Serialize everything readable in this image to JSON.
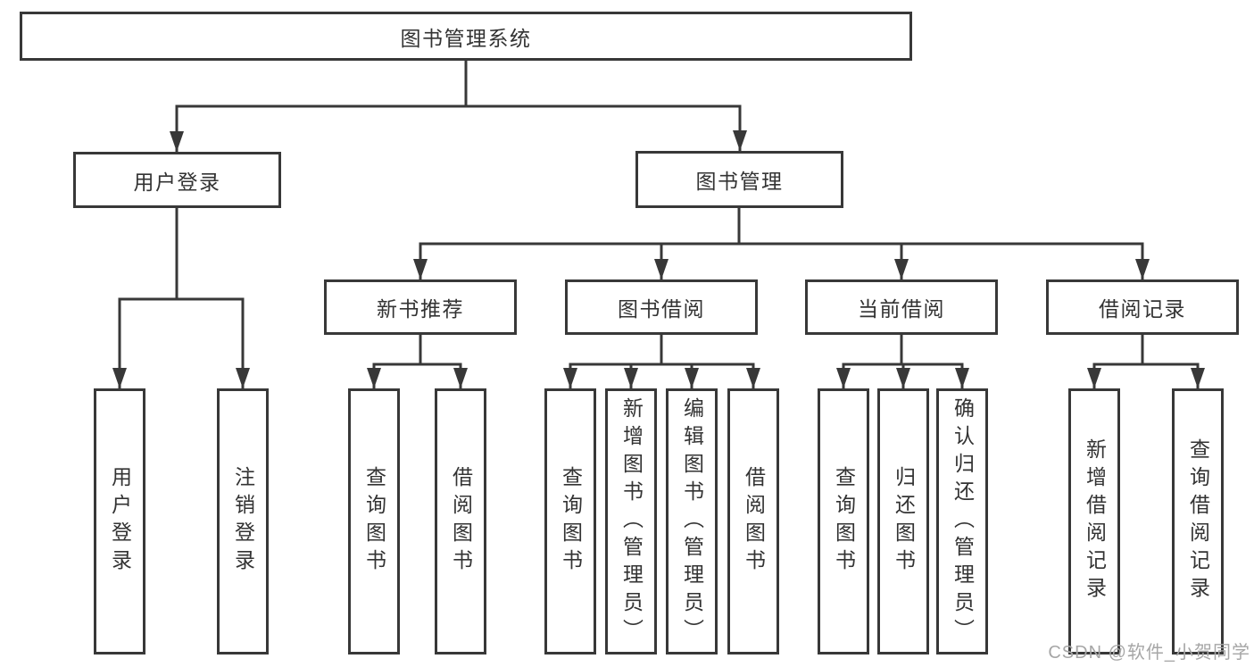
{
  "tree": {
    "root": {
      "label": "图书管理系统"
    },
    "level2": [
      {
        "label": "用户登录",
        "children": [
          {
            "label": "用户登录"
          },
          {
            "label": "注销登录"
          }
        ]
      },
      {
        "label": "图书管理",
        "children": [
          {
            "label": "新书推荐",
            "children": [
              {
                "label": "查询图书"
              },
              {
                "label": "借阅图书"
              }
            ]
          },
          {
            "label": "图书借阅",
            "children": [
              {
                "label": "查询图书"
              },
              {
                "label": "新增图书（管理员）"
              },
              {
                "label": "编辑图书（管理员）"
              },
              {
                "label": "借阅图书"
              }
            ]
          },
          {
            "label": "当前借阅",
            "children": [
              {
                "label": "查询图书"
              },
              {
                "label": "归还图书"
              },
              {
                "label": "确认归还（管理员）"
              }
            ]
          },
          {
            "label": "借阅记录",
            "children": [
              {
                "label": "新增借阅记录"
              },
              {
                "label": "查询借阅记录"
              }
            ]
          }
        ]
      }
    ]
  },
  "watermark": {
    "text": "CSDN @软件_小贺同学"
  },
  "colors": {
    "line": "#383838",
    "text": "#333333",
    "box_background": "#ffffff",
    "watermark": "#a6a6a6",
    "background": "#ffffff"
  }
}
